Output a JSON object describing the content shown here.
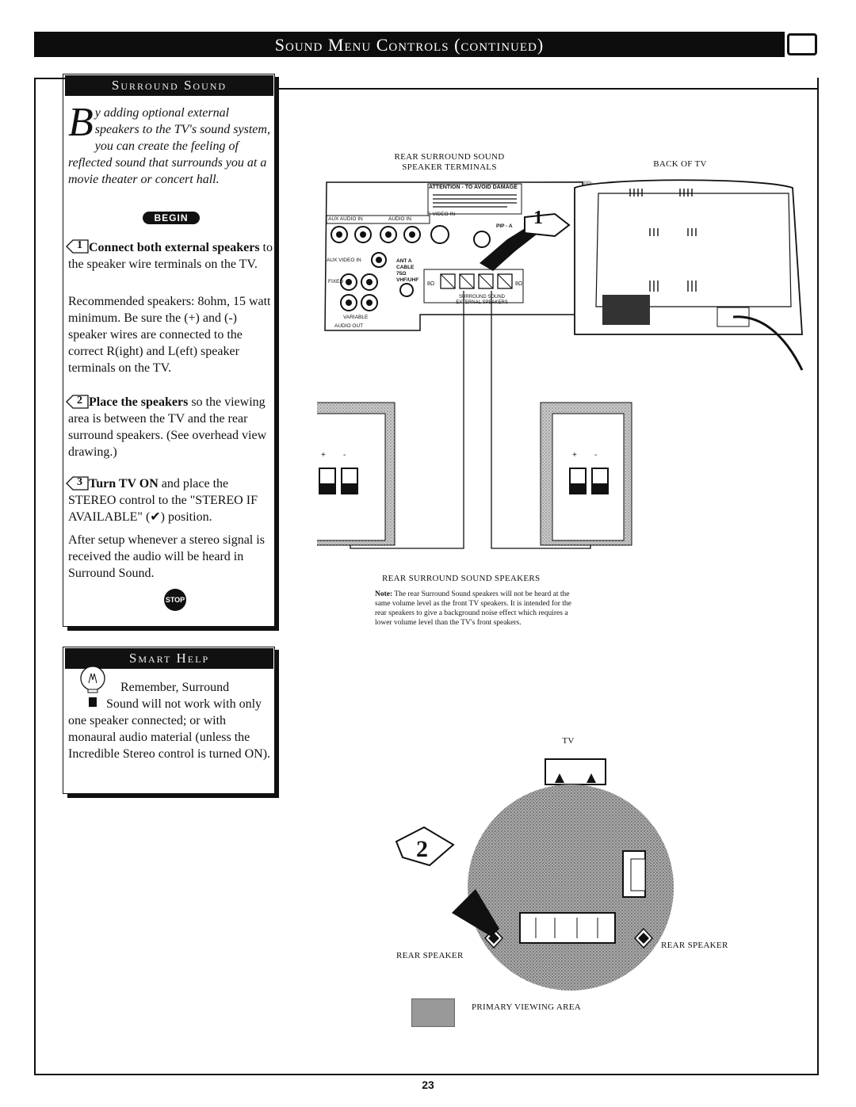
{
  "header": {
    "title": "Sound Menu Controls (continued)"
  },
  "surround": {
    "heading": "Surround Sound",
    "intro_dropcap": "B",
    "intro_rest": "y adding optional external speakers to the TV's sound system, you can create the feeling of reflected sound that surrounds you at a movie theater or concert hall.",
    "begin_label": "BEGIN",
    "step1_num": "1",
    "step1_bold": "Connect both external speakers",
    "step1_text": " to the speaker wire terminals on the TV.",
    "step1_detail": "Recommended speakers: 8ohm, 15 watt minimum. Be sure the (+) and (-) speaker wires are connected to the correct R(ight) and L(eft) speaker terminals on the TV.",
    "step2_num": "2",
    "step2_bold": "Place the speakers",
    "step2_text": " so the viewing area is between the TV and the rear surround speakers. (See overhead view drawing.)",
    "step3_num": "3",
    "step3_bold": "Turn TV ON",
    "step3_text": " and place the STEREO control to the \"STEREO IF AVAILABLE\" (✔) position.",
    "step3_detail": "After setup whenever a stereo signal is received the audio will be heard in Surround Sound.",
    "stop_label": "STOP"
  },
  "smart_help": {
    "heading": "Smart Help",
    "text_first": "Remember, Surround",
    "text_rest": "Sound will not work with only one speaker connected; or with monaural audio material (unless the Incredible Stereo control is turned ON)."
  },
  "diagram": {
    "terminals_caption_1": "REAR SURROUND SOUND",
    "terminals_caption_2": "SPEAKER TERMINALS",
    "back_of_tv": "BACK OF TV",
    "attention": "ATTENTION - TO AVOID DAMAGE",
    "panel_aux_audio_in": "AUX AUDIO IN",
    "panel_audio_in": "AUDIO IN",
    "panel_svideo_in": "S-VIDEO IN",
    "panel_pip": "PIP - A",
    "panel_aux_video_in": "AUX VIDEO IN",
    "panel_fixed": "FIXED",
    "panel_variable": "VARIABLE",
    "panel_audio_out": "AUDIO OUT",
    "panel_ant": "ANT A CABLE 75Ω VHF/UHF",
    "panel_surround": "SURROUND SOUND EXTERNAL SPEAKERS",
    "panel_ohm": "8Ω",
    "callout_1": "1",
    "rear_speakers_caption": "REAR SURROUND SOUND SPEAKERS",
    "note_label": "Note:",
    "note_text": " The rear Surround Sound speakers will not be heard at the same volume level as the front TV speakers. It is intended for the rear speakers to give a background noise effect which requires a lower volume level than the TV's front speakers.",
    "tv_label": "TV",
    "callout_2": "2",
    "rear_speaker_left": "REAR SPEAKER",
    "rear_speaker_right": "REAR SPEAKER",
    "legend_label": "PRIMARY VIEWING AREA",
    "plus": "+",
    "minus": "-"
  },
  "page_number": "23"
}
